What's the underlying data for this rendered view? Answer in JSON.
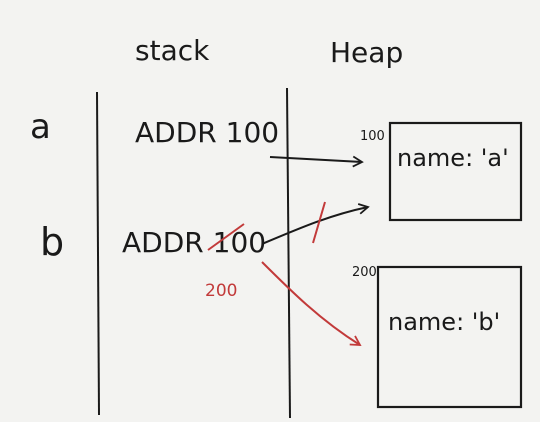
{
  "columns": {
    "stack": "stack",
    "heap": "Heap"
  },
  "variables": [
    {
      "name": "a",
      "value": "ADDR 100"
    },
    {
      "name": "b",
      "value": "ADDR 100",
      "struck_part": "100",
      "new_value": "200"
    }
  ],
  "heap_objects": [
    {
      "address": "100",
      "content": "name: 'a'"
    },
    {
      "address": "200",
      "content": "name: 'b'"
    }
  ],
  "colors": {
    "ink": "#1a1a1a",
    "correction": "#c23a3a",
    "paper": "#f3f3f1"
  }
}
